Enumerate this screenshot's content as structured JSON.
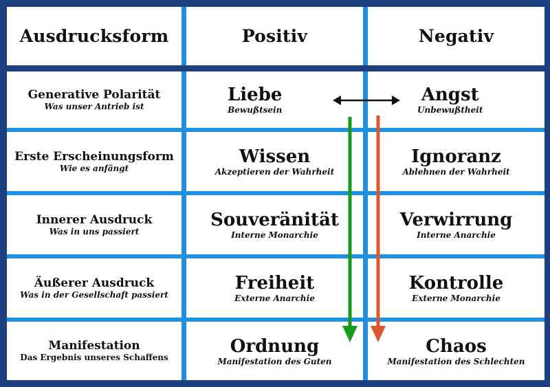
{
  "headers": {
    "form": "Ausdrucksform",
    "positive": "Positiv",
    "negative": "Negativ"
  },
  "rows": [
    {
      "form_title": "Generative Polarität",
      "form_subtitle": "Was unser Antrieb ist",
      "positive": "Liebe",
      "positive_subtitle": "Bewußtsein",
      "negative": "Angst",
      "negative_subtitle": "Unbewußtheit"
    },
    {
      "form_title": "Erste Erscheinungsform",
      "form_subtitle": "Wie es anfängt",
      "positive": "Wissen",
      "positive_subtitle": "Akzeptieren der Wahrheit",
      "negative": "Ignoranz",
      "negative_subtitle": "Ablehnen der Wahrheit"
    },
    {
      "form_title": "Innerer Ausdruck",
      "form_subtitle": "Was in uns passiert",
      "positive": "Souveränität",
      "positive_subtitle": "Interne Monarchie",
      "negative": "Verwirrung",
      "negative_subtitle": "Interne Anarchie"
    },
    {
      "form_title": "Äußerer Ausdruck",
      "form_subtitle": "Was in der Gesellschaft passiert",
      "positive": "Freiheit",
      "positive_subtitle": "Externe Anarchie",
      "negative": "Kontrolle",
      "negative_subtitle": "Externe Monarchie"
    },
    {
      "form_title": "Manifestation",
      "form_subtitle": "Das Ergebnis unseres Schaffens",
      "positive": "Ordnung",
      "positive_subtitle": "Manifestation des Guten",
      "negative": "Chaos",
      "negative_subtitle": "Manifestation des Schlechten"
    }
  ],
  "colors": {
    "background": "#1b3f7f",
    "separator": "#1f8fe0",
    "positive_arrow": "#1a9a1a",
    "negative_arrow": "#d9582f",
    "polarity_arrow": "#111111"
  },
  "arrows": {
    "polarity": "double-headed horizontal arrow between Liebe and Angst",
    "positive": "green downward arrow from Liebe to Ordnung",
    "negative": "orange downward arrow from Angst to Chaos"
  }
}
